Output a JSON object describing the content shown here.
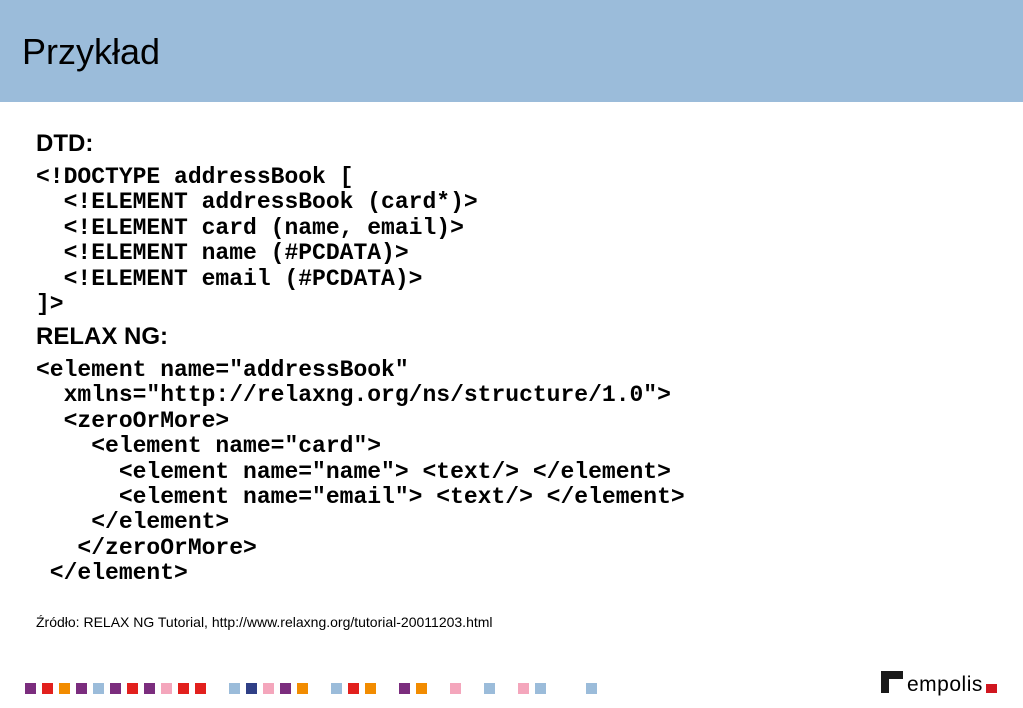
{
  "slide": {
    "title": "Przykład",
    "dtd": {
      "heading": "DTD:",
      "lines": [
        "<!DOCTYPE addressBook [",
        "  <!ELEMENT addressBook (card*)>",
        "  <!ELEMENT card (name, email)>",
        "  <!ELEMENT name (#PCDATA)>",
        "  <!ELEMENT email (#PCDATA)>",
        "]>"
      ]
    },
    "relaxng": {
      "heading": "RELAX NG:",
      "lines": [
        "<element name=\"addressBook\"",
        "  xmlns=\"http://relaxng.org/ns/structure/1.0\">",
        "  <zeroOrMore>",
        "    <element name=\"card\">",
        "      <element name=\"name\"> <text/> </element>",
        "      <element name=\"email\"> <text/> </element>",
        "    </element>",
        "   </zeroOrMore>",
        " </element>"
      ]
    },
    "source": "Źródło: RELAX NG Tutorial, http://www.relaxng.org/tutorial-20011203.html"
  },
  "footer": {
    "logo_text": "empolis",
    "colors": {
      "purple": "#7b2d7e",
      "red": "#e2201d",
      "orange": "#f28c00",
      "pink": "#f4a6bc",
      "lightblue": "#9bbcda",
      "navy": "#2f3f86",
      "logo_red": "#d0161f"
    },
    "squares": [
      "purple",
      "red",
      "orange",
      "purple",
      "lightblue",
      "purple",
      "red",
      "purple",
      "pink",
      "red",
      "red",
      "lightblue",
      "navy",
      "pink",
      "purple",
      "orange",
      "lightblue",
      "red",
      "orange",
      "purple",
      "orange",
      "pink",
      "lightblue",
      "pink",
      "lightblue",
      "lightblue"
    ]
  }
}
